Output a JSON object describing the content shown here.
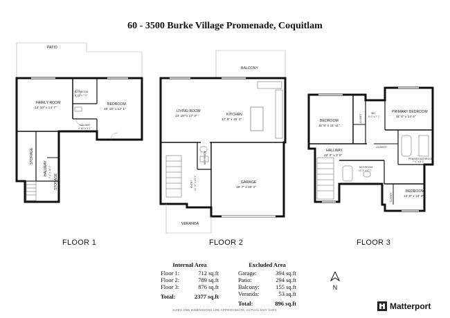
{
  "title": "60 - 3500 Burke Village Promenade, Coquitlam",
  "floors": {
    "f1": {
      "label": "FLOOR 1",
      "rooms": {
        "patio": "PATIO",
        "family_room": "FAMILY ROOM",
        "family_room_dim": "14' 10\" x 14' 7\"",
        "bathroom": "BATHROOM",
        "bathroom_dim": "4' 10\" x 7' 0\"",
        "bedroom": "BEDROOM",
        "bedroom_dim": "10' 10\" x 12' 1\"",
        "hallway": "HALLWAY",
        "hallway_dim": "4' 10\" x 3' 1\"",
        "storage_1": "STORAGE",
        "hallway_2": "HALLWAY",
        "hallway_2_dim": "7' 1\" x 16' 0\"",
        "storage_2": "STORAGE"
      }
    },
    "f2": {
      "label": "FLOOR 2",
      "rooms": {
        "balcony": "BALCONY",
        "living_room": "LIVING ROOM",
        "living_room_dim": "13' 10\" x 17' 3\"",
        "kitchen": "KITCHEN",
        "kitchen_dim": "17' 5\" x 15' 1\"",
        "bathroom": "BATHROOM",
        "entry": "ENTRY",
        "entry_dim": "10' 10\" x 13' 1\"",
        "garage": "GARAGE",
        "garage_dim": "19' 7\" x 20' 1\"",
        "veranda": "VERANDA"
      }
    },
    "f3": {
      "label": "FLOOR 3",
      "rooms": {
        "bedroom_1": "BEDROOM",
        "bedroom_1_dim": "11' 5\" x 11' 11\"",
        "closet_1": "CLOSET",
        "wic": "WIC",
        "wic_dim": "5' 0\" x 7' 7\"",
        "primary_bedroom": "PRIMARY BEDROOM",
        "primary_bedroom_dim": "11' 6\" x 14' 6\"",
        "laundry": "LAUNDRY",
        "primary_bathroom": "PRIMARY BATHROOM",
        "primary_bathroom_dim": "7' 6\" x 8' 4\"",
        "hallway": "HALLWAY",
        "hallway_dim": "22' 0\" x 3' 5\"",
        "bathroom": "BATHROOM",
        "bathroom_dim": "10' 4\" x 5' 7\"",
        "bedroom_2": "BEDROOM",
        "bedroom_2_dim": "12' 0\" x 13' 4\"",
        "closet_2": "CLOSET"
      }
    }
  },
  "internal_area": {
    "heading": "Internal Area",
    "rows": [
      {
        "k": "Floor 1:",
        "v": "712 sq.ft"
      },
      {
        "k": "Floor 2:",
        "v": "789 sq.ft"
      },
      {
        "k": "Floor 3:",
        "v": "876 sq.ft"
      }
    ],
    "total_k": "Total:",
    "total_v": "2377 sq.ft"
  },
  "excluded_area": {
    "heading": "Excluded Area",
    "rows": [
      {
        "k": "Garage:",
        "v": "394 sq.ft"
      },
      {
        "k": "Patio:",
        "v": "294 sq.ft"
      },
      {
        "k": "Balcony:",
        "v": "155 sq.ft"
      },
      {
        "k": "Veranda:",
        "v": "53 sq.ft"
      }
    ],
    "total_k": "Total:",
    "total_v": "896 sq.ft"
  },
  "north_label": "N",
  "disclaimer": "SIZES AND DIMENSIONS ARE APPROXIMATE, ACTUAL MAY VARY.",
  "brand": "Matterport"
}
